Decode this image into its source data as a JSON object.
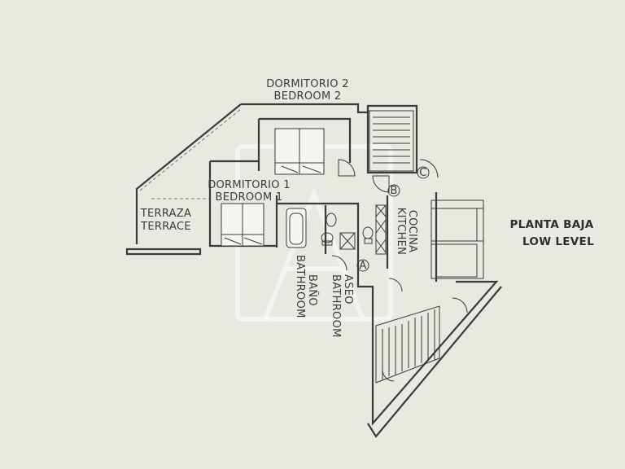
{
  "plan": {
    "level_label": [
      "PLANTA BAJA",
      "LOW LEVEL"
    ],
    "rooms": {
      "bedroom2": [
        "DORMITORIO 2",
        "BEDROOM 2"
      ],
      "bedroom1": [
        "DORMITORIO 1",
        "BEDROOM 1"
      ],
      "terrace": [
        "TERRAZA",
        "TERRACE"
      ],
      "kitchen": [
        "COCINA",
        "KITCHEN"
      ],
      "toilet": [
        "ASEO",
        "BATHROOM"
      ],
      "bathroom": [
        "BAÑO",
        "BATHROOM"
      ]
    },
    "markers": [
      "A",
      "B",
      "C"
    ]
  },
  "colors": {
    "background": "#e9e9e2",
    "line": "#3a3a36"
  }
}
